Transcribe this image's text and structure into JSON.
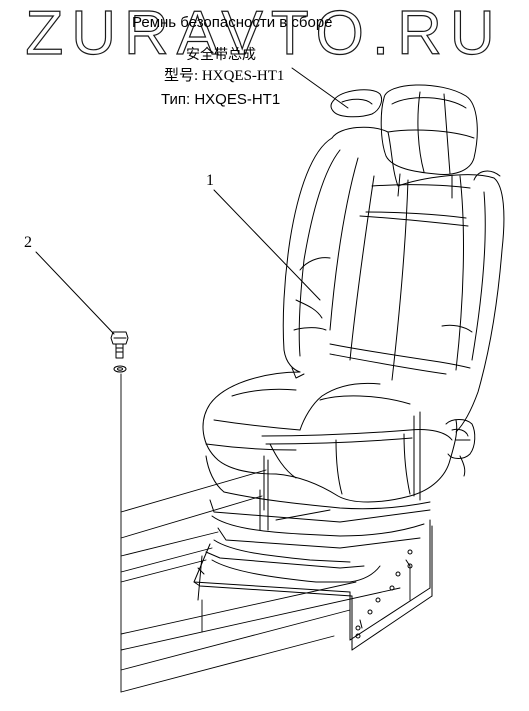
{
  "watermark": {
    "text": "ZURAVTO.RU"
  },
  "title": {
    "ru": "Ремнь безопасности в сборе",
    "cn": "安全带总成",
    "model": "型号: HXQES-HT1",
    "type": "Тип: HXQES-HT1"
  },
  "callouts": {
    "c1": "1",
    "c2": "2"
  },
  "colors": {
    "line": "#000000",
    "watermark_stroke": "#1a1a1a",
    "background": "#ffffff"
  }
}
